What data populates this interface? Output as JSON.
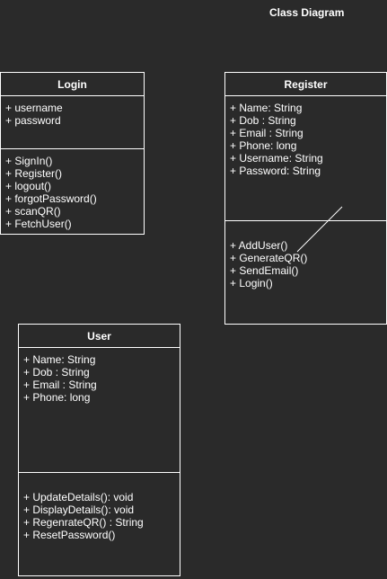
{
  "diagram_title": "Class Diagram",
  "classes": {
    "login": {
      "name": "Login",
      "attributes": [
        "+ username",
        "+ password"
      ],
      "operations": [
        "+ SignIn()",
        "+ Register()",
        "+ logout()",
        "+ forgotPassword()",
        "+ scanQR()",
        "+ FetchUser()"
      ]
    },
    "register": {
      "name": "Register",
      "attributes": [
        "+ Name: String",
        "+ Dob : String",
        "+ Email : String",
        "+ Phone: long",
        "+ Username: String",
        "+ Password: String"
      ],
      "operations": [
        "+ AddUser()",
        "+ GenerateQR()",
        "+ SendEmail()",
        "+ Login()"
      ]
    },
    "user": {
      "name": "User",
      "attributes": [
        "+ Name: String",
        "+ Dob : String",
        "+ Email : String",
        "+ Phone: long"
      ],
      "operations": [
        "+ UpdateDetails(): void",
        "+ DisplayDetails(): void",
        "+ RegenrateQR() : String",
        "+ ResetPassword()"
      ]
    }
  },
  "colors": {
    "background": "#2a2a2a",
    "stroke": "#ffffff",
    "text": "#ffffff"
  }
}
